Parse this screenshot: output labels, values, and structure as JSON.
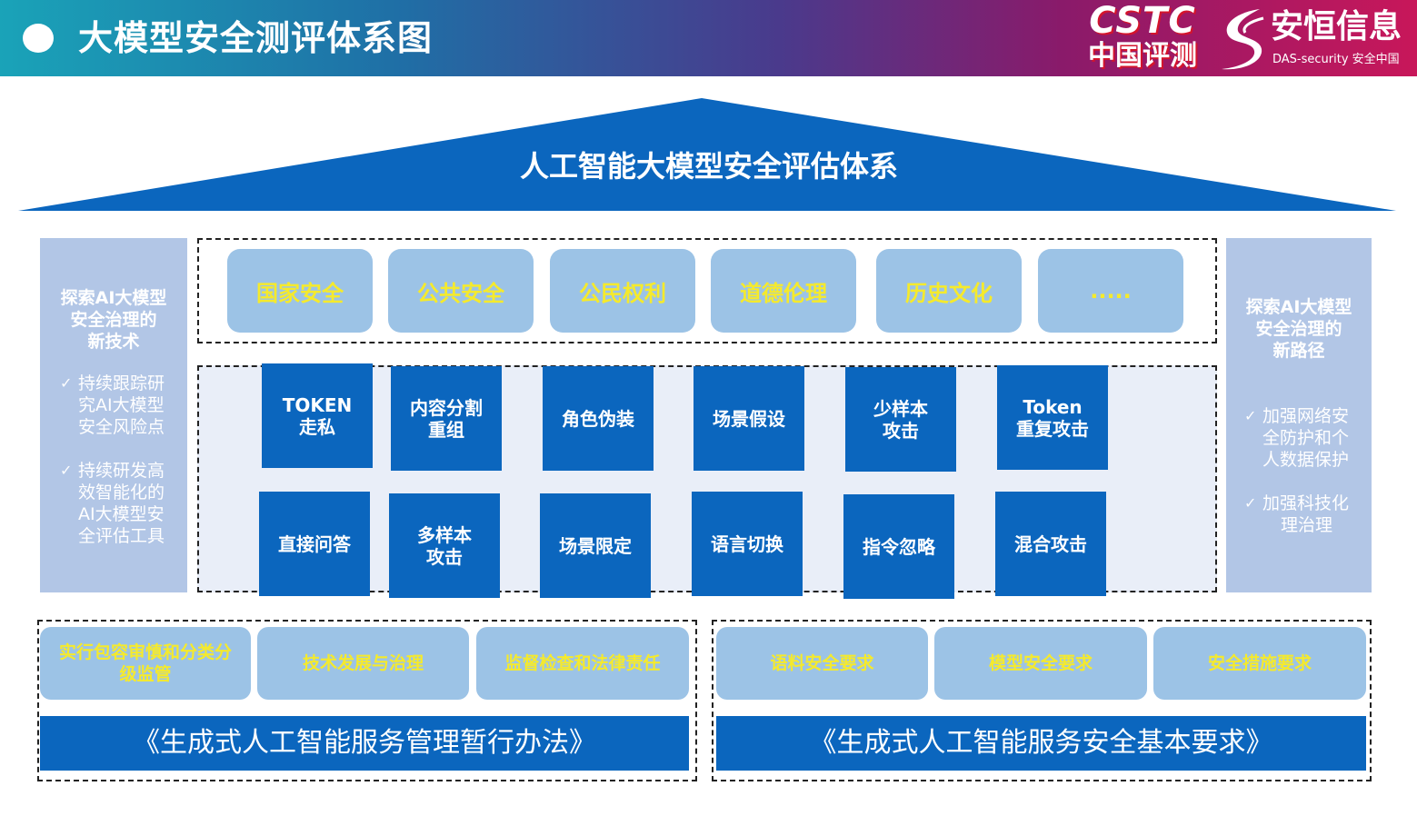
{
  "header": {
    "title": "大模型安全测评体系图",
    "logo_cstc_en": "CSTC",
    "logo_cstc_zh": "中国评测",
    "logo_das_zh": "安恒信息",
    "logo_das_en": "DAS-security 安全中国",
    "brand_color_left": "#1aa3b8",
    "brand_color_right": "#c8175a"
  },
  "roof": {
    "title": "人工智能大模型安全评估体系",
    "color": "#0b66be"
  },
  "left_panel": {
    "title_lines": [
      "探索AI大模型",
      "安全治理的",
      "新技术"
    ],
    "items": [
      {
        "lines": [
          "持续跟踪研",
          "究AI大模型",
          "安全风险点"
        ]
      },
      {
        "lines": [
          "持续研发高",
          "效智能化的",
          "AI大模型安",
          "全评估工具"
        ]
      }
    ]
  },
  "right_panel": {
    "title_lines": [
      "探索AI大模型",
      "安全治理的",
      "新路径"
    ],
    "items": [
      {
        "lines": [
          "加强网络安",
          "全防护和个",
          "人数据保护"
        ]
      },
      {
        "lines": [
          "加强科技化",
          "理治理"
        ]
      }
    ]
  },
  "domains": [
    "国家安全",
    "公共安全",
    "公民权利",
    "道德伦理",
    "历史文化",
    "....."
  ],
  "attacks": {
    "row1": [
      {
        "lines": [
          "TOKEN",
          "走私"
        ]
      },
      {
        "lines": [
          "内容分割",
          "重组"
        ]
      },
      {
        "lines": [
          "角色伪装"
        ]
      },
      {
        "lines": [
          "场景假设"
        ]
      },
      {
        "lines": [
          "少样本",
          "攻击"
        ]
      },
      {
        "lines": [
          "Token",
          "重复攻击"
        ]
      }
    ],
    "row2": [
      {
        "lines": [
          "直接问答"
        ]
      },
      {
        "lines": [
          "多样本",
          "攻击"
        ]
      },
      {
        "lines": [
          "场景限定"
        ]
      },
      {
        "lines": [
          "语言切换"
        ]
      },
      {
        "lines": [
          "指令忽略"
        ]
      },
      {
        "lines": [
          "混合攻击"
        ]
      }
    ]
  },
  "bottom_left": {
    "cards": [
      {
        "lines": [
          "实行包容审慎和分类分",
          "级监管"
        ]
      },
      {
        "lines": [
          "技术发展与治理"
        ]
      },
      {
        "lines": [
          "监督检查和法律责任"
        ]
      }
    ],
    "law": "《生成式人工智能服务管理暂行办法》"
  },
  "bottom_right": {
    "cards": [
      {
        "lines": [
          "语料安全要求"
        ]
      },
      {
        "lines": [
          "模型安全要求"
        ]
      },
      {
        "lines": [
          "安全措施要求"
        ]
      }
    ],
    "law": "《生成式人工智能服务安全基本要求》"
  }
}
